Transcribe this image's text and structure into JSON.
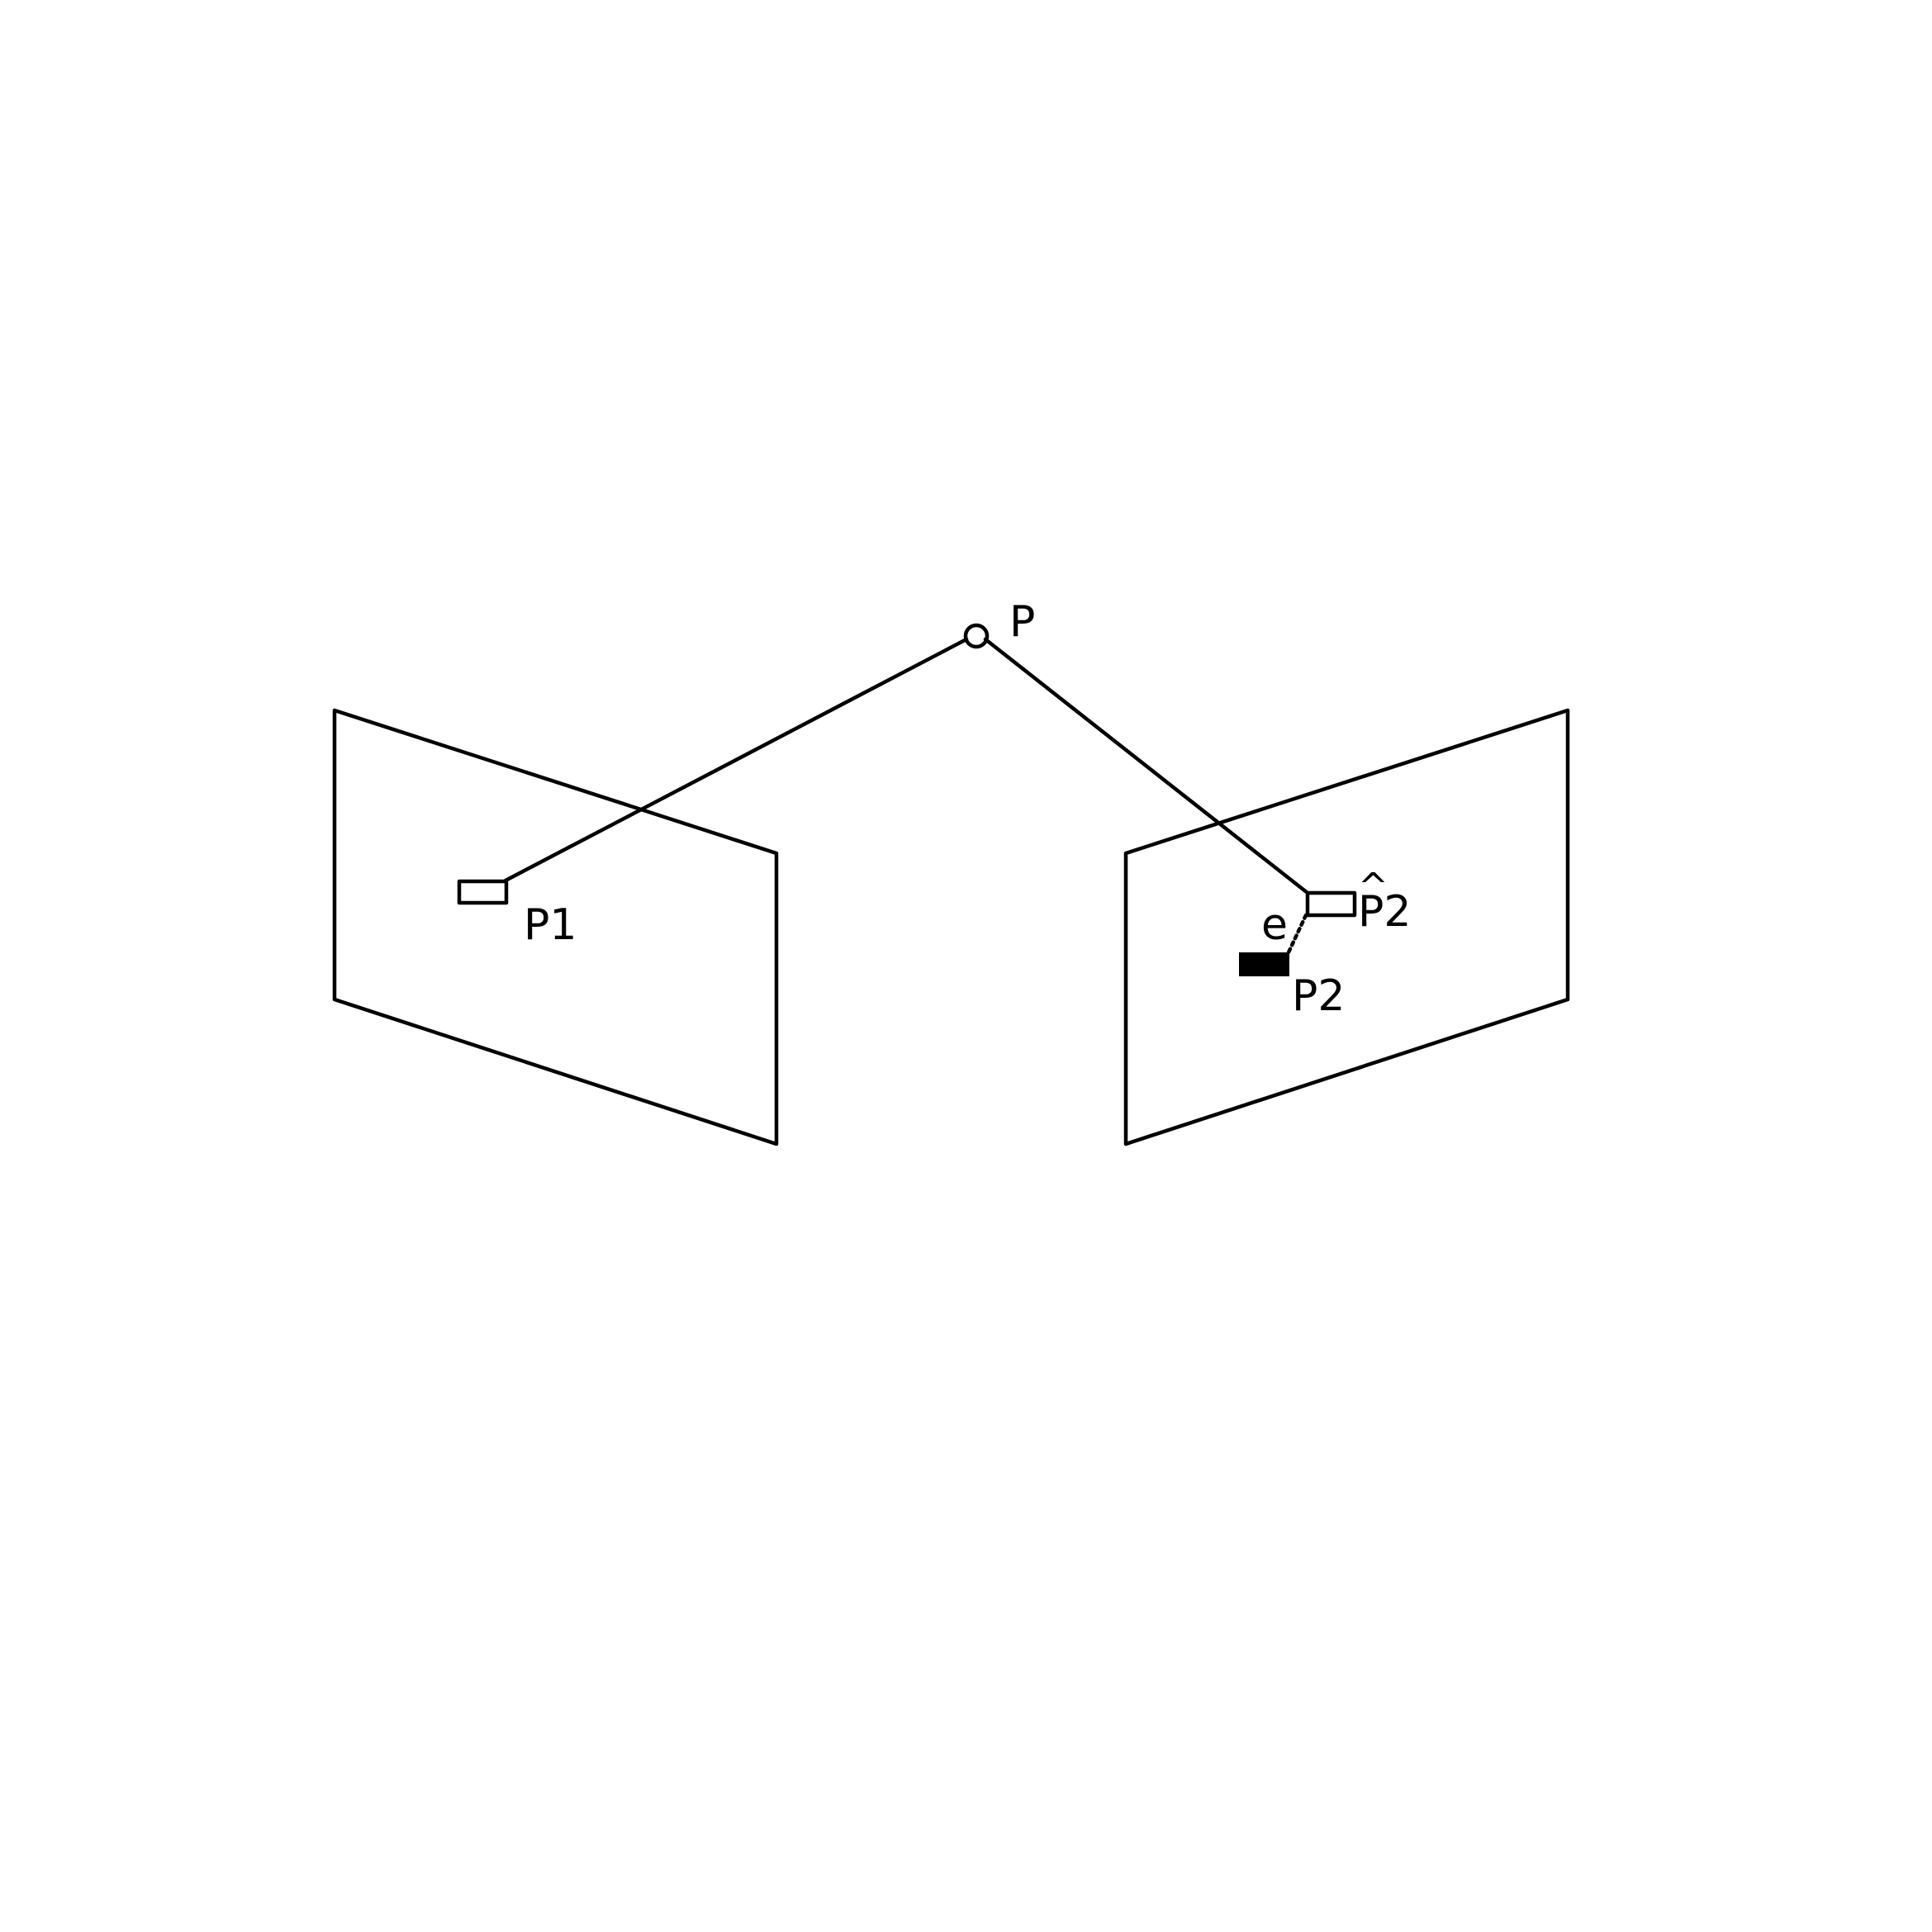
{
  "labels": {
    "point": "P",
    "left_projection": "P1",
    "estimated_projection_hat": "^",
    "estimated_projection": "P2",
    "error": "e",
    "observed_projection": "P2"
  },
  "colors": {
    "line": "#000000",
    "background": "#ffffff",
    "observed_fill": "#000000"
  }
}
